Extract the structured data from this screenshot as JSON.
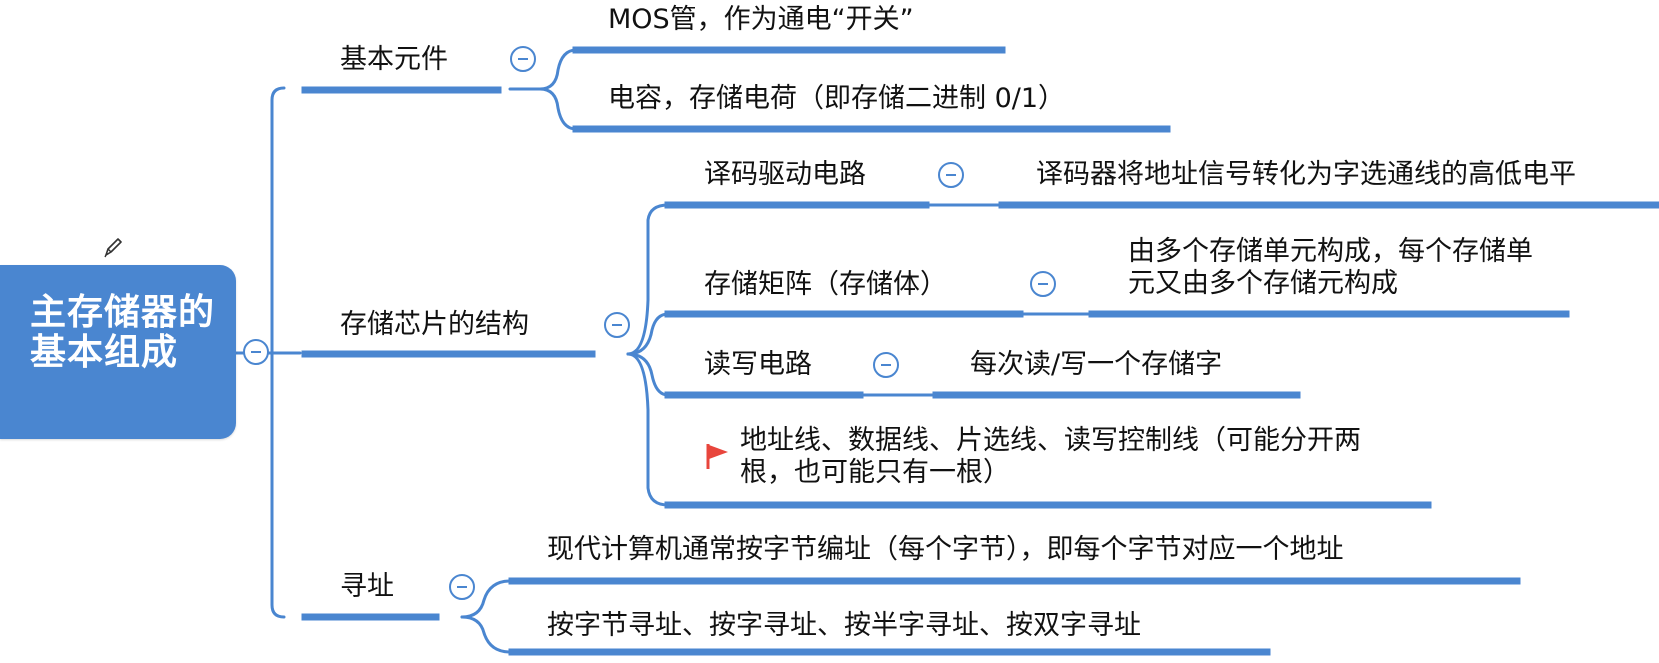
{
  "root": {
    "label": "主存储器的基本组成"
  },
  "branches": [
    {
      "label": "基本元件",
      "children": [
        {
          "label": "MOS管，作为通电“开关”"
        },
        {
          "label": "电容，存储电荷（即存储二进制 0/1）"
        }
      ]
    },
    {
      "label": "存储芯片的结构",
      "children": [
        {
          "label": "译码驱动电路",
          "detail": "译码器将地址信号转化为字选通线的高低电平"
        },
        {
          "label": "存储矩阵（存储体）",
          "detail": "由多个存储单元构成，每个存储单元又由多个存储元构成"
        },
        {
          "label": "读写电路",
          "detail": "每次读/写一个存储字"
        },
        {
          "label": "地址线、数据线、片选线、读写控制线（可能分开两根，也可能只有一根）",
          "marker": "red-flag"
        }
      ]
    },
    {
      "label": "寻址",
      "children": [
        {
          "label": "现代计算机通常按字节编址（每个字节），即每个字节对应一个地址"
        },
        {
          "label": "按字节寻址、按字寻址、按半字寻址、按双字寻址"
        }
      ]
    }
  ],
  "colors": {
    "root_fill": "#4a86d0",
    "line": "#4a86d0",
    "text": "#111111",
    "flag": "#e8453c"
  },
  "icons": {
    "collapse": "collapse-minus-icon",
    "edit": "pencil-icon",
    "marker": "red-flag-icon"
  }
}
